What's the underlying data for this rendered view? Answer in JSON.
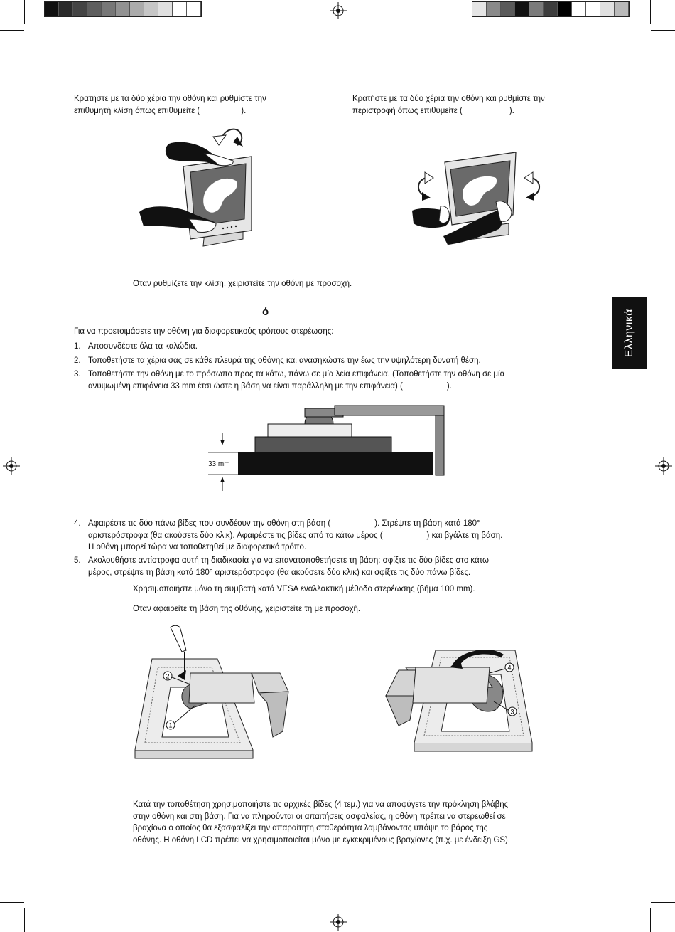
{
  "colorbar_left": [
    "#111111",
    "#2a2a2a",
    "#444444",
    "#5e5e5e",
    "#777777",
    "#929292",
    "#ababab",
    "#c6c6c6",
    "#e0e0e0",
    "#ffffff",
    "#ffffff"
  ],
  "colorbar_right": [
    "#e5e5e5",
    "#8a8a8a",
    "#5a5a5a",
    "#111111",
    "#7b7b7b",
    "#3d3d3d",
    "#000000",
    "#ffffff",
    "#ffffff",
    "#e0e0e0",
    "#b9b9b9"
  ],
  "tilt": {
    "line1": "Κρατήστε με τα δύο χέρια την οθόνη και ρυθμίστε την",
    "line2": "επιθυμητή κλίση όπως επιθυμείτε (",
    "line2_end": ")."
  },
  "swivel": {
    "line1": "Κρατήστε με τα δύο χέρια την οθόνη και ρυθμίστε την",
    "line2": "περιστροφή όπως επιθυμείτε (",
    "line2_end": ")."
  },
  "tilt_caution": "Οταν ρυθμίζετε την κλίση, χειριστείτε την οθόνη με προσοχή.",
  "section_heading": "ό",
  "side_tab": "Ελληνικά",
  "intro": "Για να προετοιμάσετε την οθόνη για διαφορετικούς τρόπους στερέωσης:",
  "steps_a": [
    {
      "n": "1.",
      "lines": [
        "Αποσυνδέστε όλα τα καλώδια."
      ]
    },
    {
      "n": "2.",
      "lines": [
        "Τοποθετήστε τα χέρια σας σε κάθε πλευρά της οθόνης και ανασηκώστε την έως την υψηλότερη δυνατή θέση."
      ]
    },
    {
      "n": "3.",
      "lines": [
        "Τοποθετήστε την οθόνη με το πρόσωπο προς τα κάτω, πάνω σε μία λεία επιφάνεια. (Τοποθετήστε την οθόνη σε μία",
        "ανυψωμένη επιφάνεια 33 mm έτσι ώστε η βάση να είναι παράλληλη με την επιφάνεια) (",
        ")."
      ]
    }
  ],
  "dim_label": "33 mm",
  "steps_b": [
    {
      "n": "4.",
      "l1a": "Αφαιρέστε τις δύο πάνω βίδες που συνδέουν την οθόνη στη βάση (",
      "l1b": "). Στρέψτε τη βάση κατά 180°",
      "l2a": "αριστερόστροφα (θα ακούσετε δύο κλικ). Αφαιρέστε τις βίδες από το κάτω μέρος (",
      "l2b": ") και βγάλτε τη βάση.",
      "l3": "Η οθόνη μπορεί τώρα να τοποθετηθεί με διαφορετικό τρόπο."
    },
    {
      "n": "5.",
      "l1": "Ακολουθήστε αντίστροφα αυτή τη διαδικασία για να επανατοποθετήσετε τη βάση: σφίξτε τις δύο βίδες στο κάτω",
      "l2": "μέρος, στρέψτε τη βάση κατά 180° αριστερόστροφα (θα ακούσετε δύο κλικ) και σφίξτε τις δύο πάνω βίδες."
    }
  ],
  "note_vesa": "Χρησιμοποιήστε μόνο τη συμβατή κατά VESA εναλλακτική μέθοδο στερέωσης (βήμα 100 mm).",
  "note_base": "Οταν αφαιρείτε τη βάση της οθόνης, χειριστείτε τη με προσοχή.",
  "callouts": {
    "c1": "1",
    "c2": "2",
    "c3": "3",
    "c4": "4"
  },
  "final_paragraph": [
    "Κατά την τοποθέτηση χρησιμοποιήστε τις αρχικές βίδες (4 τεμ.) για να αποφύγετε την πρόκληση βλάβης",
    "στην οθόνη και στη βάση. Για να πληρούνται οι απαιτήσεις ασφαλείας, η οθόνη πρέπει να στερεωθεί σε",
    "βραχίονα ο οποίος θα εξασφαλίζει την απαραίτητη σταθερότητα λαμβάνοντας υπόψη το βάρος της",
    "οθόνης. Η οθόνη LCD πρέπει να χρησιμοποιείται μόνο με εγκεκριμένους βραχίονες (π.χ. με ένδειξη GS)."
  ]
}
